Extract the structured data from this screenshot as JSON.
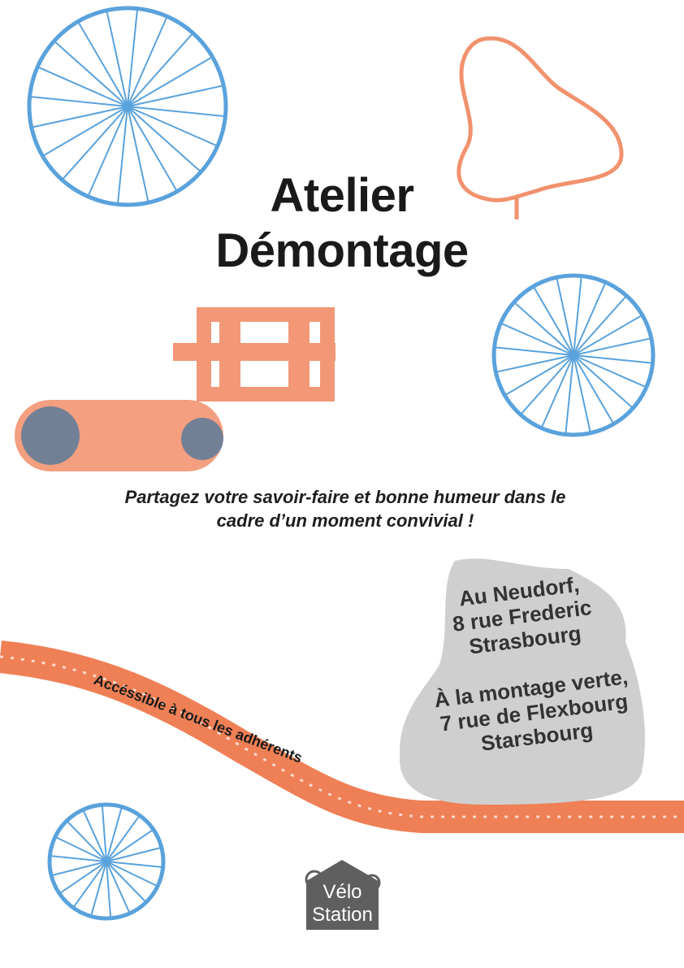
{
  "poster": {
    "title_line1": "Atelier",
    "title_line2": "Démontage",
    "tagline": "Partagez votre savoir-faire et bonne humeur dans le cadre d’un moment convivial !",
    "accessibility": "Accéssible à tous les adhérents",
    "locations": [
      {
        "line1": "Au Neudorf,",
        "line2": "8 rue Frederic",
        "line3": "Strasbourg"
      },
      {
        "line1": "À la montage  verte,",
        "line2": "7 rue de Flexbourg",
        "line3": "Starsbourg"
      }
    ],
    "logo": {
      "line1": "Vélo",
      "line2": "Station"
    }
  },
  "colors": {
    "blue": "#5aa2dc",
    "orange": "#ef7f55",
    "gray": "#5f5f5f"
  }
}
